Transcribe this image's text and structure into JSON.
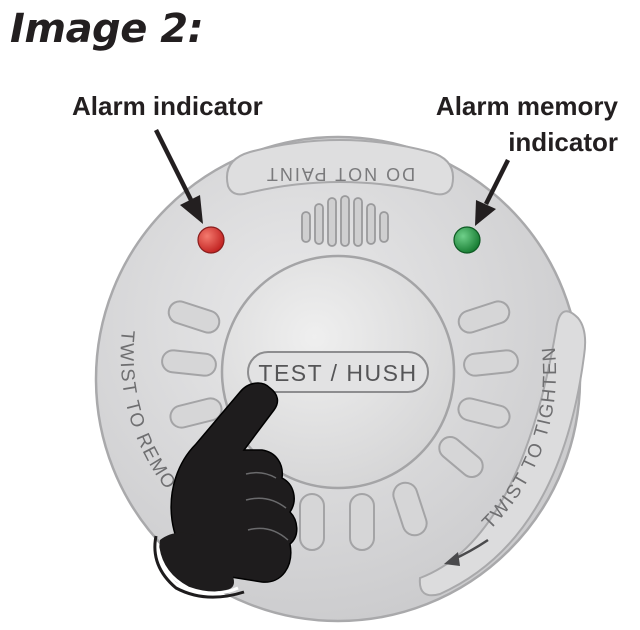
{
  "heading": "Image 2:",
  "callouts": {
    "alarm_indicator": "Alarm indicator",
    "alarm_memory_line1": "Alarm memory",
    "alarm_memory_line2": "indicator"
  },
  "device_labels": {
    "do_not_paint": "DO NOT PAINT",
    "test_hush": "TEST / HUSH",
    "twist_to_remove": "TWIST TO REMOVE",
    "twist_to_tighten": "TWIST TO TIGHTEN"
  },
  "colors": {
    "alarm_led": "#d42a2a",
    "memory_led": "#1f8c3a",
    "body_grey": "#d9d9da",
    "outline": "#a9a9ab",
    "text": "#231f20"
  },
  "icons": {
    "hand": "pointing-hand-icon",
    "arrow": "curved-arrow-icon"
  }
}
